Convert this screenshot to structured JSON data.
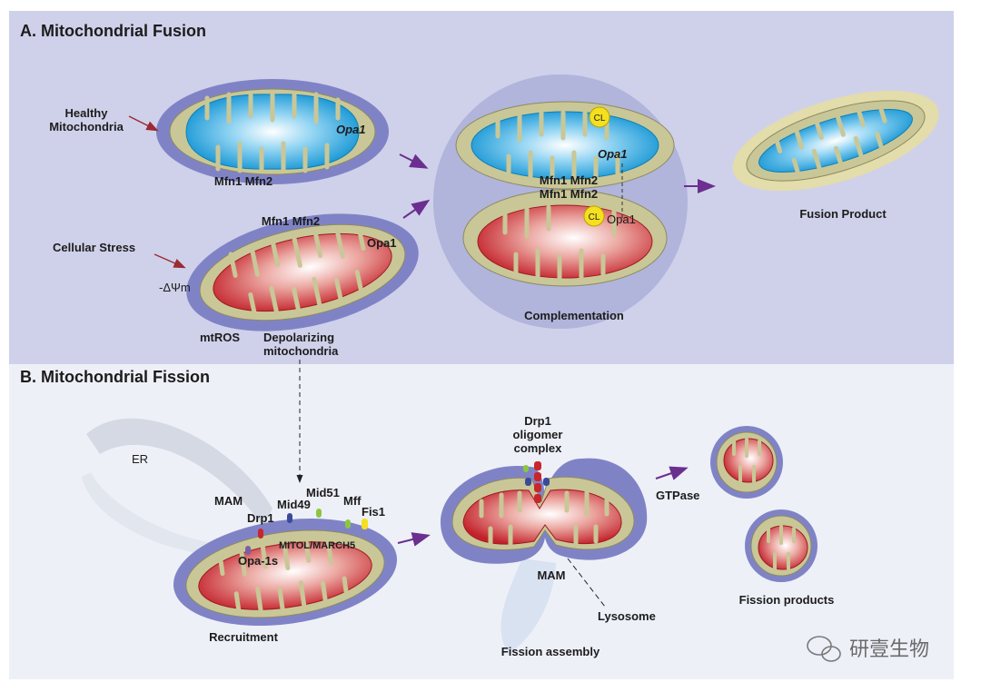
{
  "panel_a": {
    "title": "A. Mitochondrial Fusion",
    "healthy": "Healthy\nMitochondria",
    "mfn_top": "Mfn1 Mfn2",
    "opa1_blue": "Opa1",
    "cellular_stress": "Cellular Stress",
    "mfn_red": "Mfn1 Mfn2",
    "opa1_red": "Opa1",
    "delta_psi": "-ΔΨm",
    "mtros": "mtROS",
    "depolarizing": "Depolarizing\nmitochondria",
    "cl": "CL",
    "opa1_comp_blue": "Opa1",
    "mfn_comp_1": "Mfn1 Mfn2",
    "mfn_comp_2": "Mfn1 Mfn2",
    "opa1_comp_red": "Opa1",
    "complementation": "Complementation",
    "fusion_product": "Fusion Product"
  },
  "panel_b": {
    "title": "B. Mitochondrial Fission",
    "er": "ER",
    "mam": "MAM",
    "drp1": "Drp1",
    "mid49": "Mid49",
    "mid51": "Mid51",
    "mff": "Mff",
    "fis1": "Fis1",
    "mitol": "MITOL/MARCH5",
    "opa1s": "Opa-1s",
    "recruitment": "Recruitment",
    "drp1_complex": "Drp1\noligomer\ncomplex",
    "mam2": "MAM",
    "lysosome": "Lysosome",
    "fission_assembly": "Fission assembly",
    "gtpase": "GTPase",
    "fission_products": "Fission products"
  },
  "watermark": "研壹生物",
  "colors": {
    "panel_a_bg": "#cfd1ea",
    "panel_b_bg": "#eef0f8",
    "outer_membrane": "#7f83c6",
    "inner_space": "#c9c797",
    "blue_matrix": "#1aa3de",
    "red_matrix": "#c8262b",
    "arrow_purple": "#6b2f8f",
    "arrow_red": "#9b2a32",
    "cl_yellow": "#f5e020"
  }
}
